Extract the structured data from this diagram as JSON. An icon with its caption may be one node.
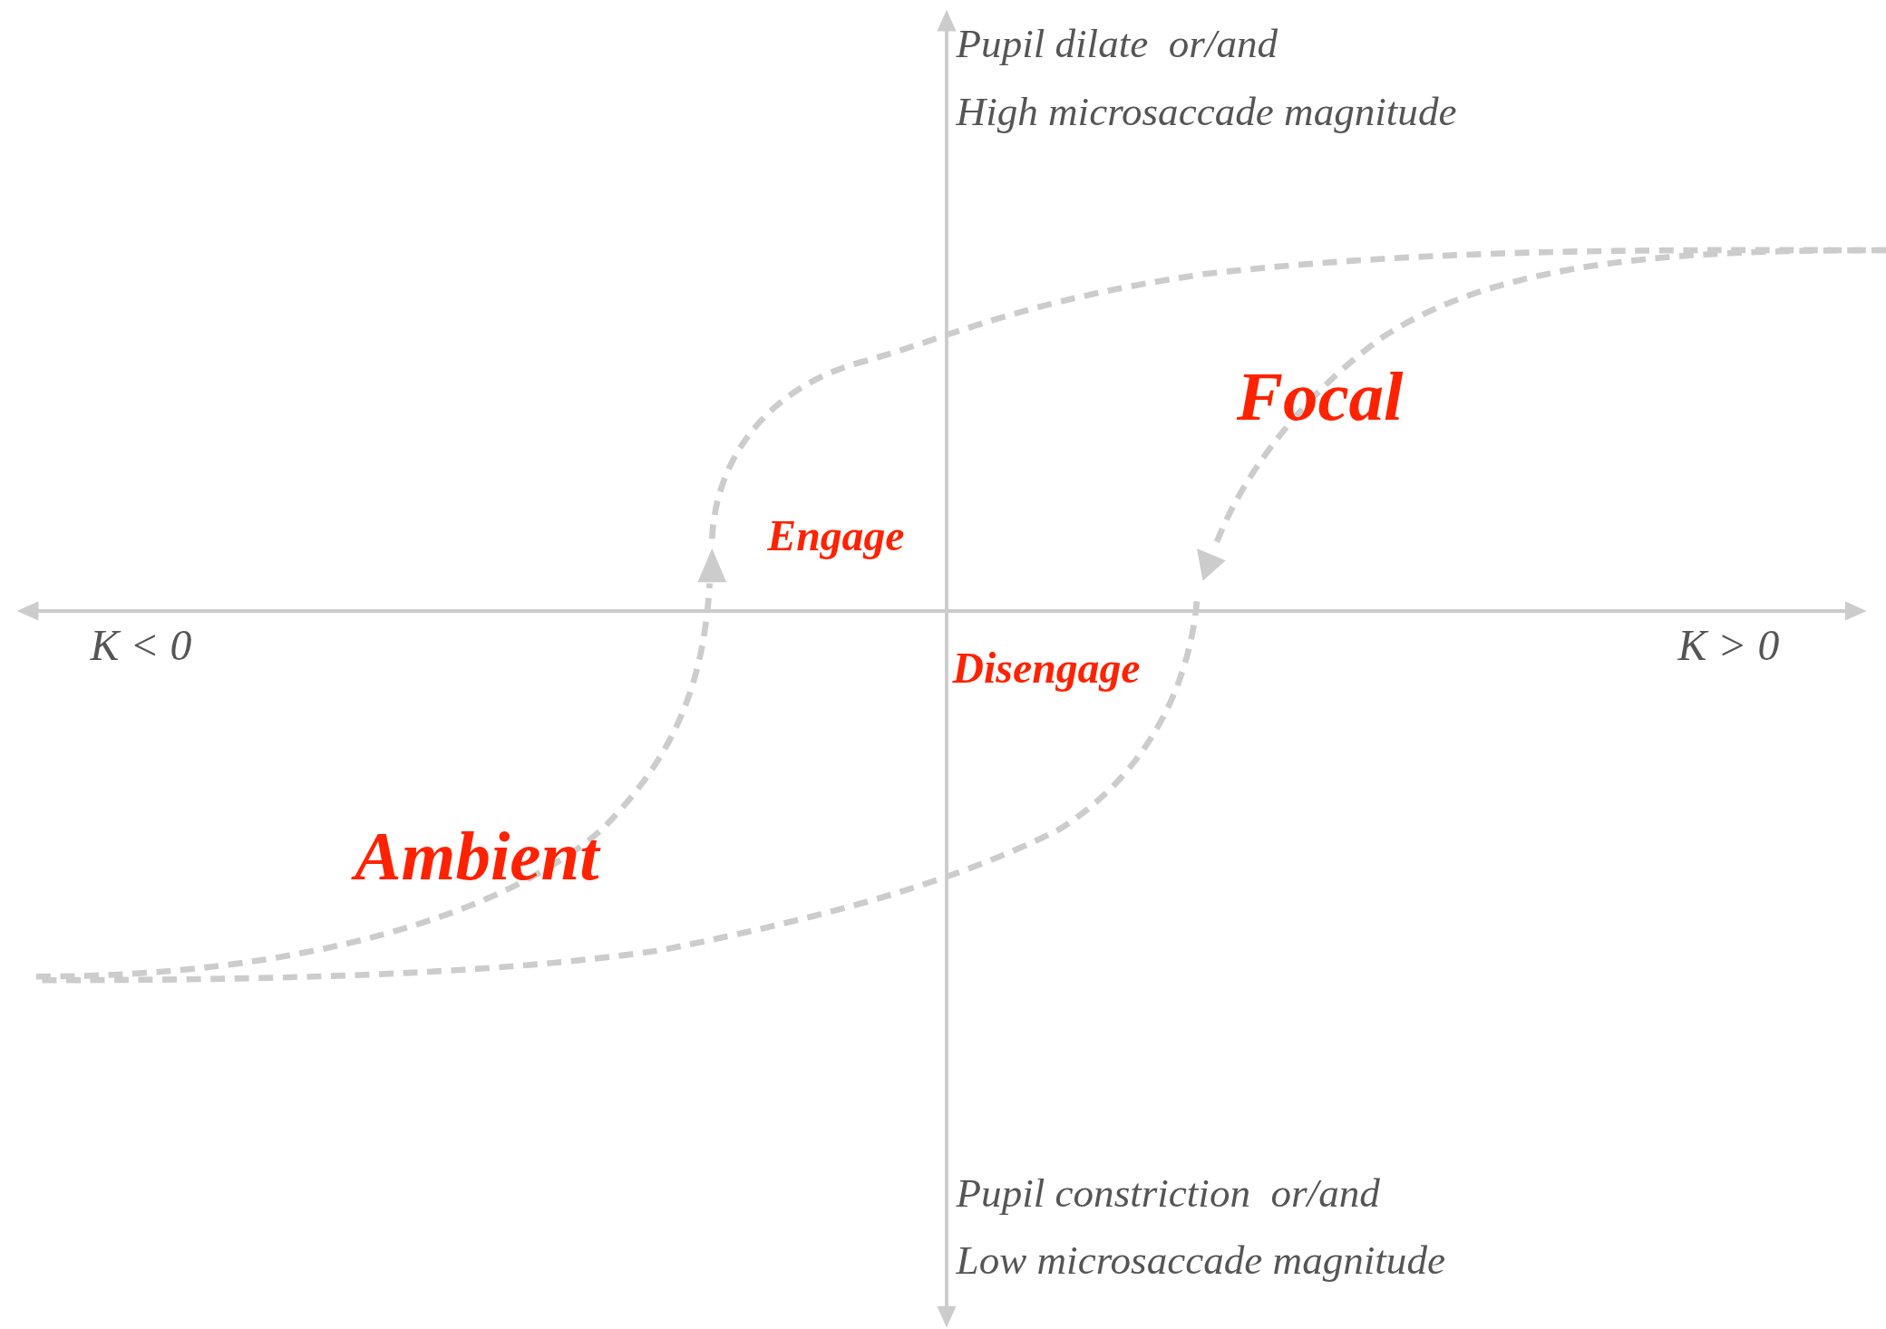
{
  "diagram": {
    "labels": [
      "Pupil dilate  or/and",
      "High microsaccade magnitude",
      "Focal",
      "Engage",
      "K < 0",
      "K > 0",
      "Disengage",
      "Ambient",
      "Pupil constriction  or/and",
      "Low microsaccade magnitude"
    ]
  }
}
